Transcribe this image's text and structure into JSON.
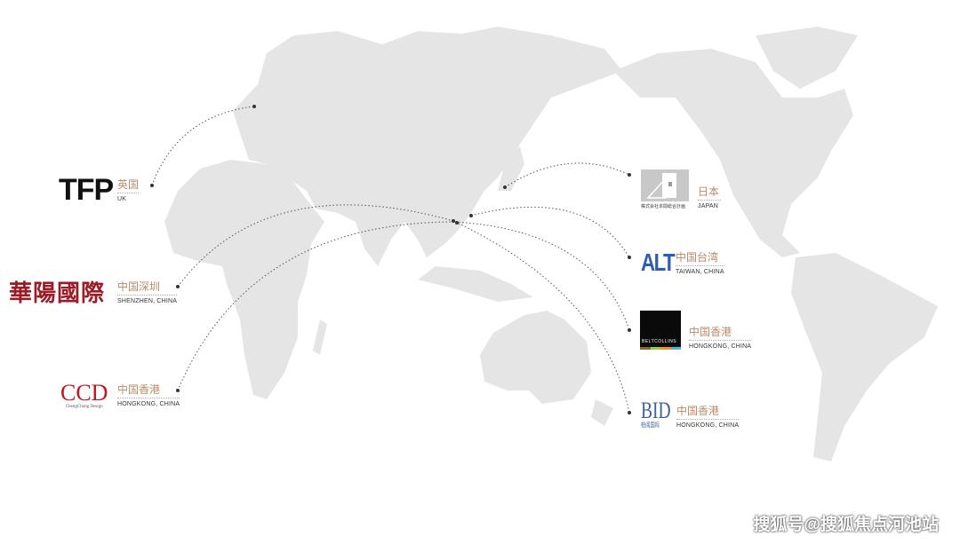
{
  "colors": {
    "land": "#e5e5e5",
    "label_cn": "#b98a6a",
    "route": "#555555"
  },
  "firms": [
    {
      "logo": "TFP",
      "cn": "英国",
      "en": "UK"
    },
    {
      "logo": "華陽國際",
      "cn": "中国深圳",
      "en": "SHENZHEN, CHINA"
    },
    {
      "logo": "CCD",
      "logo_sub": "ChengChung Design",
      "cn": "中国香港",
      "en": "HONGKONG, CHINA"
    },
    {
      "logo_sub": "株式会社本間総合計画",
      "cn": "日本",
      "en": "JAPAN"
    },
    {
      "logo": "ALT",
      "cn": "中国台湾",
      "en": "TAIWAN, CHINA"
    },
    {
      "logo": "BELTCOLLINS",
      "cn": "中国香港",
      "en": "HONGKONG, CHINA"
    },
    {
      "logo": "BID",
      "logo_sub": "柏阅国际",
      "cn": "中国香港",
      "en": "HONGKONG, CHINA"
    }
  ],
  "watermark": "搜狐号@搜狐焦点河池站"
}
